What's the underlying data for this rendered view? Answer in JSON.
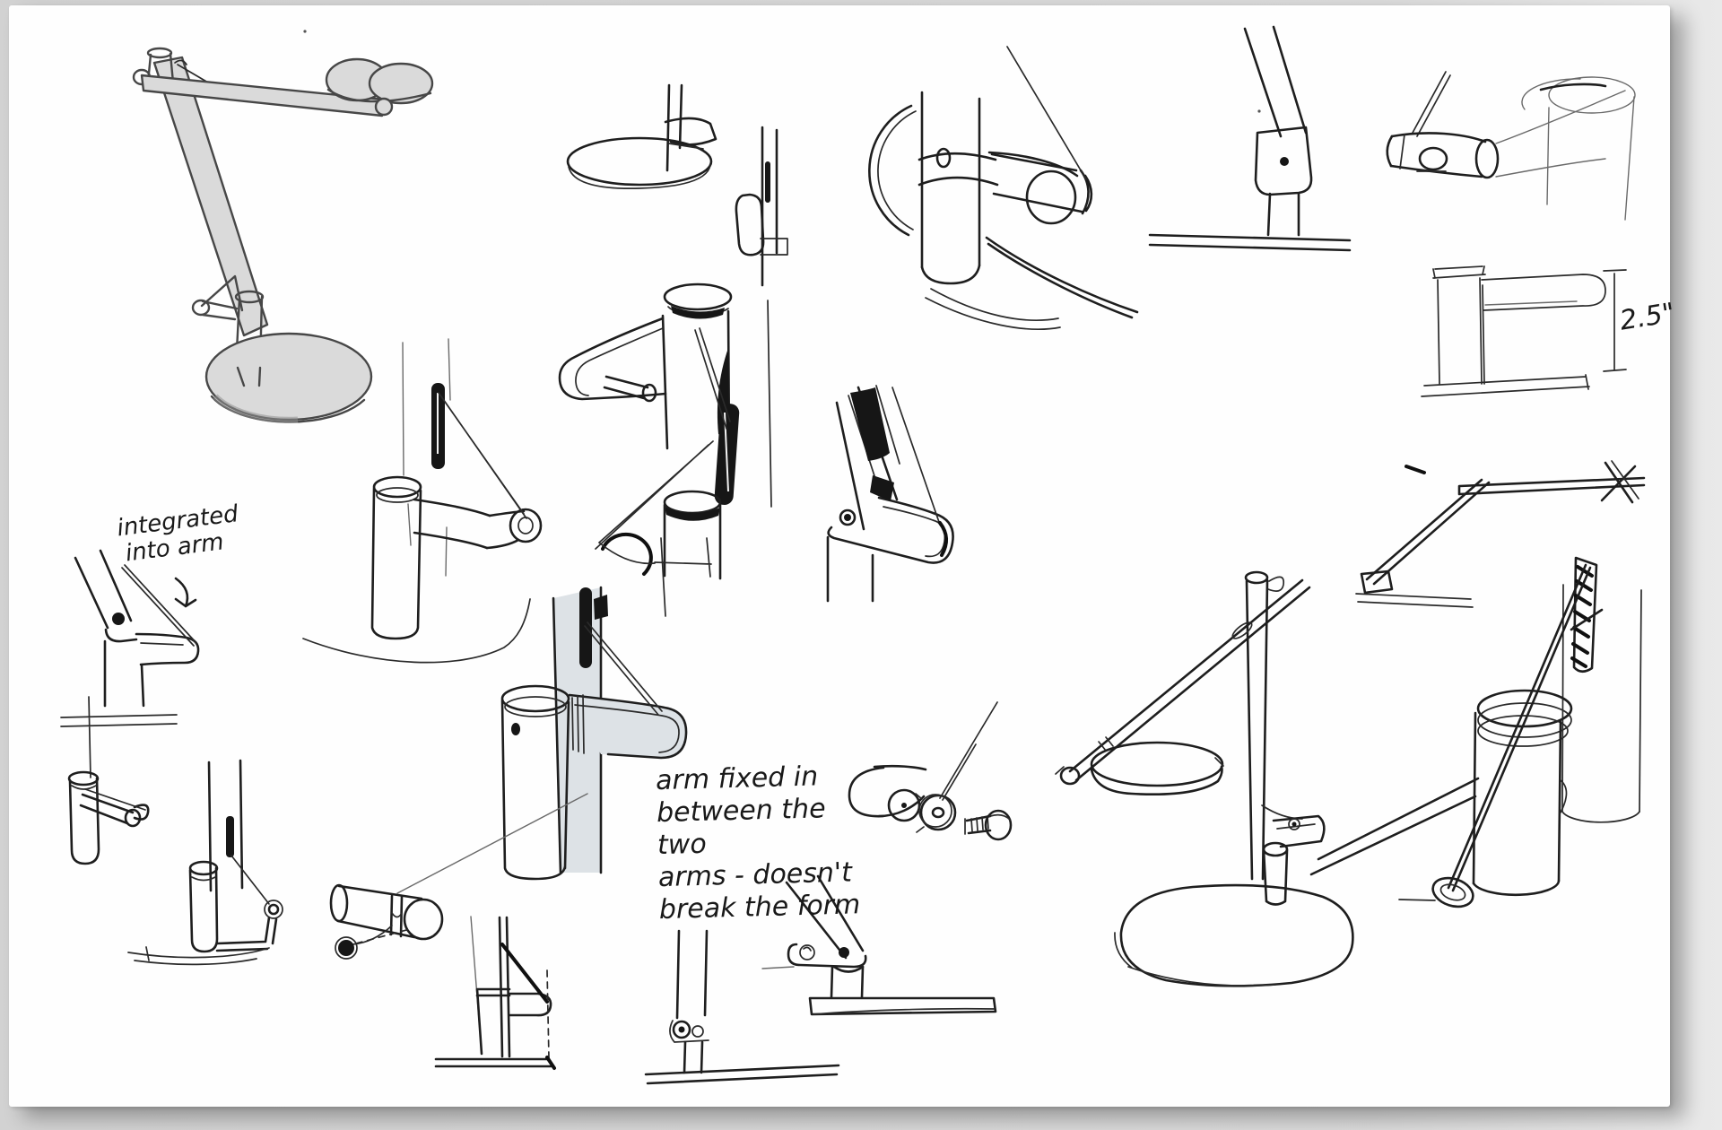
{
  "document": {
    "kind": "scanned sketchbook page of desk-lamp design concept drawings",
    "annotations": {
      "integrated_into_arm": "integrated\ninto arm",
      "arm_fixed_note": "arm fixed in\nbetween the two\narms - doesn't\nbreak the form",
      "dimension_label": "2.5\""
    },
    "sketches": [
      {
        "id": "desk-lamp-overview-sketch",
        "desc": "full desk lamp: angled arm, horizontal arm, pill-shaped head, round shaded base"
      },
      {
        "id": "disc-base-rod-sketch",
        "desc": "thin disc base with vertical rod and clip"
      },
      {
        "id": "rod-clip-cylinder-sketch",
        "desc": "small cylinder clipped to slotted rod"
      },
      {
        "id": "strap-cylinder-mechanism-sketch",
        "desc": "pole with strap band holding horizontal cylinder, cable arcs below"
      },
      {
        "id": "hinge-joint-sketch",
        "desc": "angled arm hinge with pivot dot on post above ground line"
      },
      {
        "id": "head-on-post-sketch",
        "desc": "horizontal head cylinder joined to large vertical cylinder, diagonal rod"
      },
      {
        "id": "post-arm-dimension-sketch",
        "desc": "side view of post with rounded arm, dimensioned 2.5 inches"
      },
      {
        "id": "pole-slot-pulley-arm-sketch",
        "desc": "slotted pole, capped cylinder, arm with pulley, cable"
      },
      {
        "id": "capped-pole-arm-sketch",
        "desc": "capped pole with arm sweeping down-left and stub cylinder, dark slot"
      },
      {
        "id": "pole-slot-arm-shaded-sketch",
        "desc": "shaded pole with dark slot, capped cylinder and rounded arm, cable"
      },
      {
        "id": "elbow-joint-sketch",
        "desc": "heavy-inked elbow joint with pivot and rounded lower arm"
      },
      {
        "id": "pin-washer-screw-sketch",
        "desc": "exploded pin, washer and screw with band"
      },
      {
        "id": "arm-on-base-plate-sketch",
        "desc": "angled arm with pivot on short post and flat base plate"
      },
      {
        "id": "integrated-arm-joint-sketch",
        "desc": "arm joint with cable integrated into arm, tab arm to right"
      },
      {
        "id": "tube-cross-pin-sketch",
        "desc": "test-tube cylinder with diagonal pin through it"
      },
      {
        "id": "pole-tube-crank-sketch",
        "desc": "slotted pole, tube and L-crank with pivot over arc"
      },
      {
        "id": "cylinder-button-cord-sketch",
        "desc": "cylinder with clasp, hanging button on cord, dashed line"
      },
      {
        "id": "post-tab-dashed-sketch",
        "desc": "post with side tab, cable and dashed reference line on ground"
      },
      {
        "id": "flat-bar-lamp-sketch",
        "desc": "flat bar lamp on angled leg with small foot"
      },
      {
        "id": "lamp-disc-shade-sketch",
        "desc": "pole lamp with crossing diagonal arm, flat disc shade, blob base"
      },
      {
        "id": "pole-foot-joint-sketch",
        "desc": "pole with small round foot joint on ground line"
      },
      {
        "id": "twin-cylinders-rod-loop-sketch",
        "desc": "two tall cylinders, hatched slot, diagonal rod ending in loop"
      }
    ]
  },
  "colors": {
    "paper": "#fefefe",
    "backdrop": "#d8d8d8",
    "ink": "#1e1e1e",
    "pencil": "#474747",
    "shade_gray": "#dadada",
    "shade_blue_gray": "#dde2e6",
    "dark_fill": "#161616"
  }
}
